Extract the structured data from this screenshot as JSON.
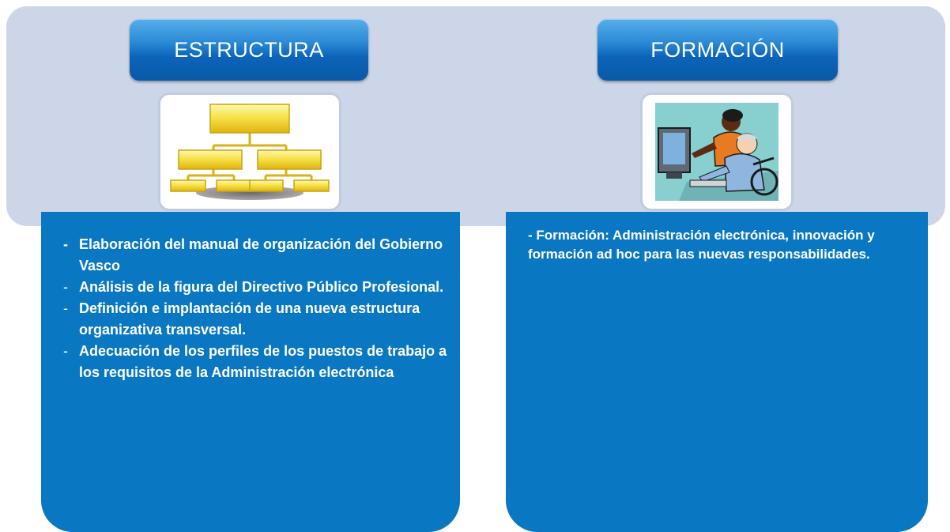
{
  "columns": {
    "left": {
      "title": "ESTRUCTURA",
      "icon": "org-chart-icon",
      "items": [
        "Elaboración del manual de organización  del Gobierno Vasco",
        "Análisis de la figura del Directivo Público Profesional.",
        "Definición e implantación de una nueva estructura organizativa  transversal.",
        "Adecuación de los perfiles de los puestos de trabajo a los requisitos de la Administración electrónica"
      ]
    },
    "right": {
      "title": "FORMACIÓN",
      "icon": "people-at-computer-icon",
      "dash": "-",
      "text": "Formación: Administración electrónica, innovación y formación ad hoc para las nuevas responsabilidades."
    }
  },
  "colors": {
    "band": "#cdd6e8",
    "panel": "#0a77c2",
    "button": "#0b63b8",
    "org_box": "#f2d416"
  }
}
